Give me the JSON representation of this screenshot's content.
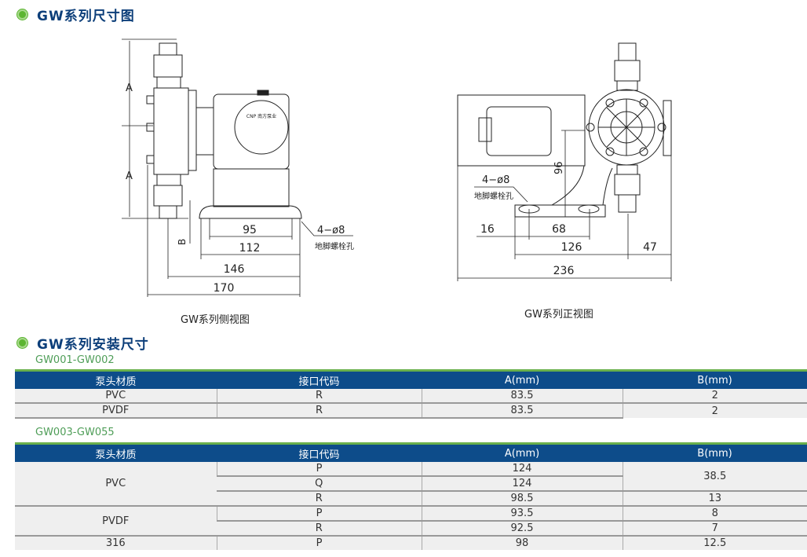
{
  "section1": {
    "title": "GW系列尺寸图"
  },
  "side_view": {
    "caption": "GW系列侧视图",
    "dims": {
      "a": "A",
      "b": "B",
      "d95": "95",
      "d112": "112",
      "d146": "146",
      "d170": "170",
      "hole": "4−ø8",
      "hole_label": "地脚螺栓孔"
    },
    "label_brand": "CNP 南方泵业"
  },
  "front_view": {
    "caption": "GW系列正视图",
    "dims": {
      "d96": "96",
      "d16": "16",
      "d68": "68",
      "d126": "126",
      "d47": "47",
      "d236": "236",
      "hole": "4−ø8",
      "hole_label": "地脚螺栓孔"
    }
  },
  "section2": {
    "title": "GW系列安装尺寸"
  },
  "table1": {
    "subtitle": "GW001-GW002",
    "headers": [
      "泵头材质",
      "接口代码",
      "A(mm)",
      "B(mm)"
    ],
    "rows": [
      [
        "PVC",
        "R",
        "83.5",
        "2"
      ],
      [
        "PVDF",
        "R",
        "83.5",
        "2"
      ]
    ]
  },
  "table2": {
    "subtitle": "GW003-GW055",
    "headers": [
      "泵头材质",
      "接口代码",
      "A(mm)",
      "B(mm)"
    ],
    "groups": {
      "pvc": "PVC",
      "pvdf": "PVDF",
      "s316": "316"
    },
    "rows": [
      [
        "P",
        "124",
        "38.5"
      ],
      [
        "Q",
        "124",
        ""
      ],
      [
        "R",
        "98.5",
        "13"
      ],
      [
        "P",
        "93.5",
        "8"
      ],
      [
        "R",
        "92.5",
        "7"
      ],
      [
        "P",
        "98",
        "12.5"
      ]
    ]
  }
}
